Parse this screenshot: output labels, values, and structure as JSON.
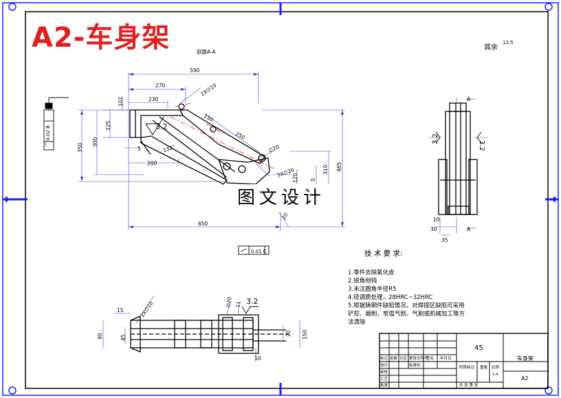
{
  "title_overlay": "A2-车身架",
  "watermark": "图文设计",
  "section_label": "剖面A-A",
  "roughness_note": "其余",
  "roughness_value": "12.5",
  "roughness_mark": "3.2",
  "dims": {
    "d590": "590",
    "d270": "270",
    "d230": "230",
    "d102": "102",
    "d125": "125",
    "d350": "350",
    "d300": "300",
    "d5": "5",
    "d200": "200",
    "d132": "132°",
    "d650": "650",
    "d310": "310",
    "d465": "465",
    "d0": "0",
    "d120": "120",
    "d250": "250",
    "d150": "150",
    "d2x10": "2X∅10",
    "d3x20": "3X∅20",
    "d20r": "∅20",
    "d10": "10",
    "d30": "30",
    "d35": "35",
    "d15": "15",
    "d90": "90",
    "d45": "45",
    "d11": "11",
    "d20": "20",
    "d10b": "10",
    "dA": "A",
    "dA2": "A"
  },
  "tolerance_frame_1": "⌒ 0.02 B",
  "tolerance_frame_2": "0.01 C",
  "tech_req": {
    "heading": "技 术 要 求:",
    "items": [
      "1.零件去除氧化皮",
      "2.锐角倒钝",
      "3.未注圆角半径R5",
      "4.经调质处理，28HRC~32HRC",
      "5.根据铸钢件缺陷情况，对焊接区缺陷可采用",
      "铲挖、磨削，炭弧气刨、气割或机械加工等方",
      "法清除"
    ]
  },
  "title_block": {
    "qty": "45",
    "part_name": "车身架",
    "drawing_no": "A2",
    "scale": "1:4",
    "labels": [
      "标记",
      "处数",
      "分区",
      "更改文件号",
      "签名",
      "年月日",
      "设计",
      "标准化",
      "审核",
      "工艺",
      "批准",
      "阶段标记",
      "重量",
      "比例",
      "共 张 第 张"
    ]
  }
}
